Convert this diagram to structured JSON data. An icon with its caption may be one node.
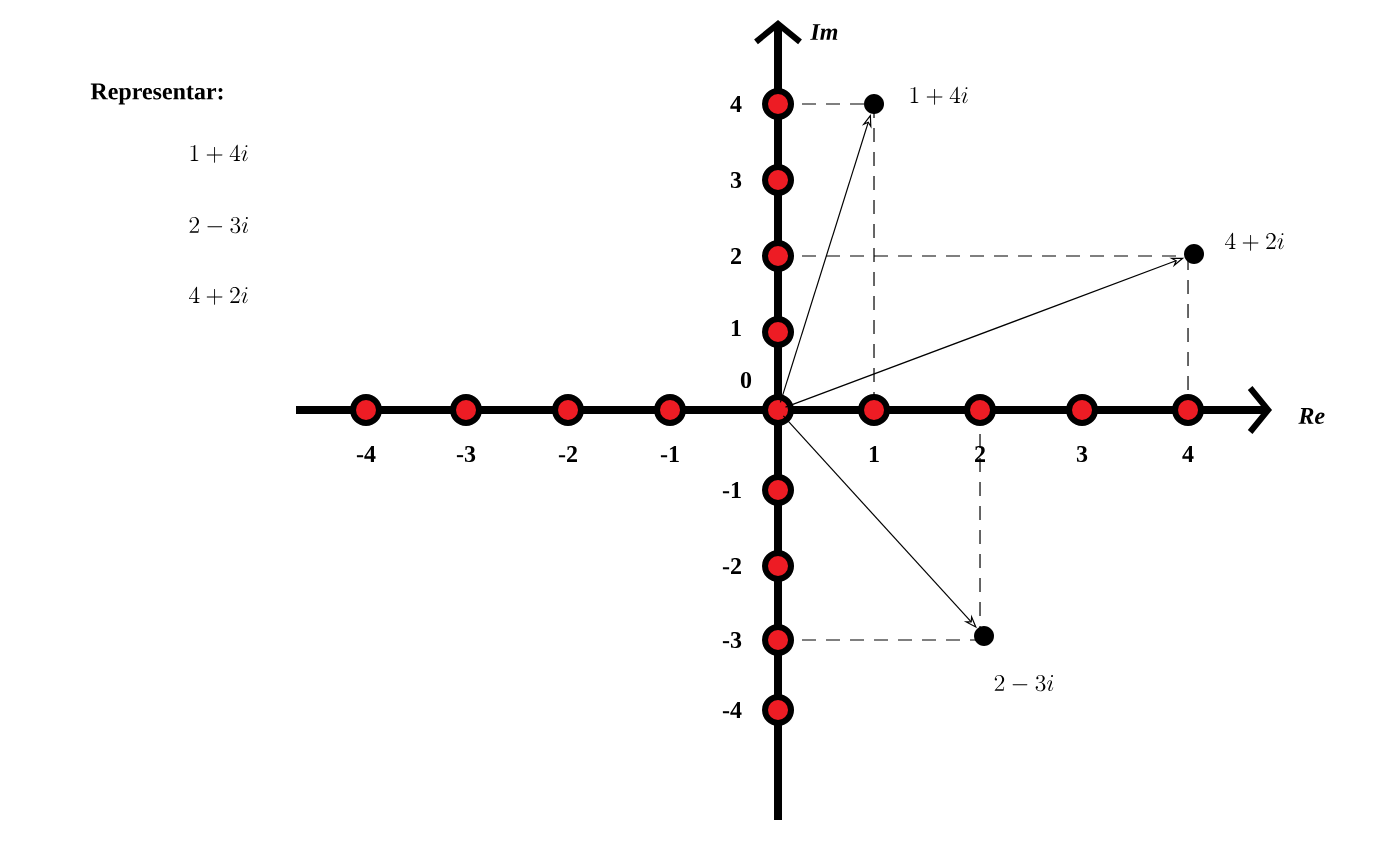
{
  "diagram": {
    "nodes": [
      {
        "text": [],
        "shape": "circle"
      },
      {
        "text": [],
        "shape": "circle",
        "beside": [
          "1 + 4i"
        ]
      },
      {
        "text": [],
        "shape": "circle",
        "beside": [
          "4 + 2i"
        ]
      },
      {
        "text": [],
        "shape": "circle",
        "beside": [
          "2 - 3i"
        ]
      },
      {
        "text": [],
        "shape": "circle"
      },
      {
        "text": [],
        "shape": "circle"
      },
      {
        "text": [],
        "shape": "circle"
      },
      {
        "text": [],
        "shape": "circle"
      },
      {
        "text": [],
        "shape": "circle"
      },
      {
        "text": [],
        "shape": "circle"
      },
      {
        "text": [],
        "shape": "circle"
      },
      {
        "text": [],
        "shape": "circle"
      },
      {
        "text": [],
        "shape": "circle"
      },
      {
        "text": [],
        "shape": "circle"
      },
      {
        "text": [],
        "shape": "circle"
      },
      {
        "text": [],
        "shape": "circle"
      },
      {
        "text": [],
        "shape": "circle"
      },
      {
        "text": [],
        "shape": "circle"
      },
      {
        "text": [],
        "shape": "circle"
      },
      {
        "text": [],
        "shape": "circle"
      }
    ],
    "edges": [
      {
        "from": 0,
        "to": 1,
        "arrow": "to"
      },
      {
        "from": 0,
        "to": 2,
        "arrow": "to"
      },
      {
        "from": 0,
        "to": 3,
        "arrow": "to"
      }
    ],
    "labels": [
      "Representar:",
      "1 + 4i",
      "2 - 3i",
      "4 + 2i",
      "Im",
      "4",
      "3",
      "2",
      "1",
      "0",
      "Re",
      "-4",
      "-3",
      "-2",
      "-1",
      "1",
      "2",
      "3",
      "4",
      "-1",
      "-2",
      "-3",
      "-4"
    ]
  }
}
